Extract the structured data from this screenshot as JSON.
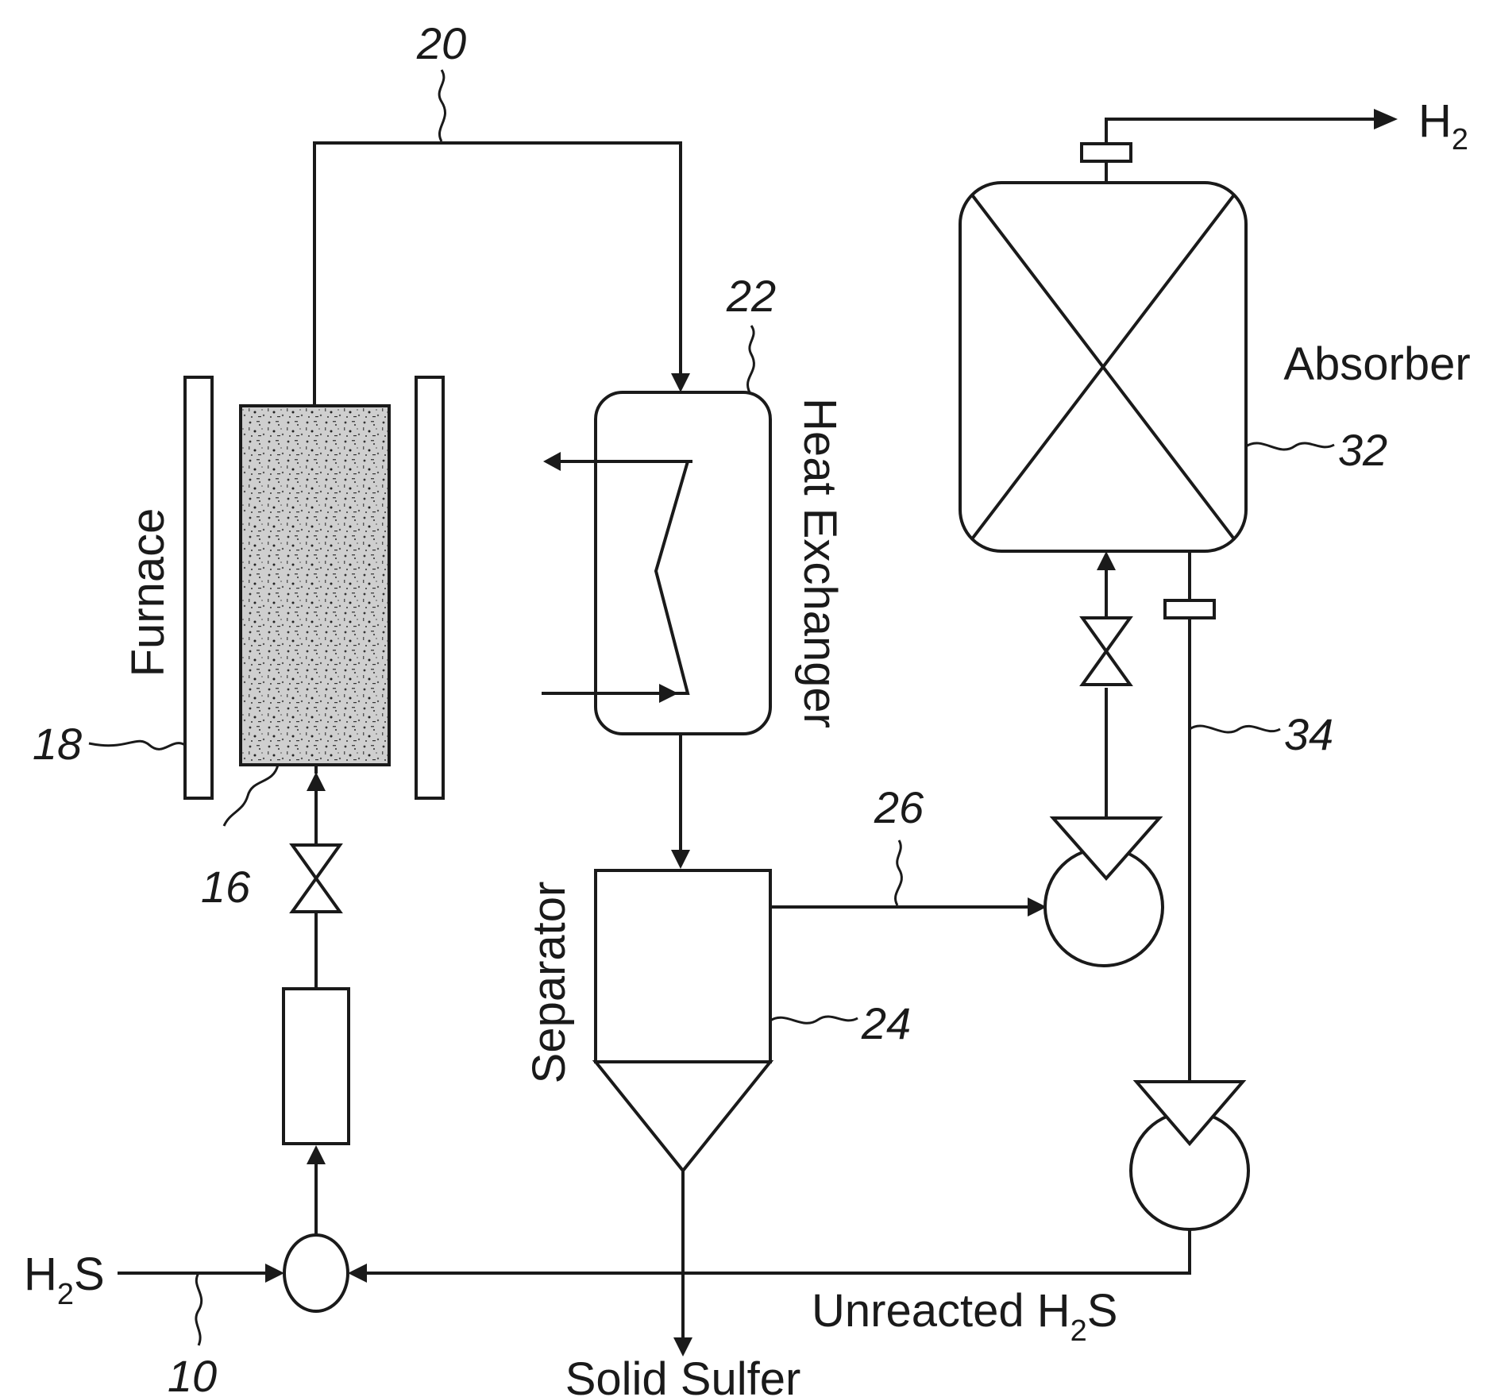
{
  "labels": {
    "furnace": "Furnace",
    "heat_exchanger": "Heat Exchanger",
    "separator": "Separator",
    "absorber": "Absorber",
    "solid_sulfer": "Solid Sulfer",
    "unreacted_main": "Unreacted H",
    "unreacted_sub": "2",
    "unreacted_tail": "S",
    "h2s_main": "H",
    "h2s_sub": "2",
    "h2s_tail": "S",
    "h2_main": "H",
    "h2_sub": "2"
  },
  "refs": {
    "r10": "10",
    "r16": "16",
    "r18": "18",
    "r20": "20",
    "r22": "22",
    "r24": "24",
    "r26": "26",
    "r32": "32",
    "r34": "34"
  }
}
